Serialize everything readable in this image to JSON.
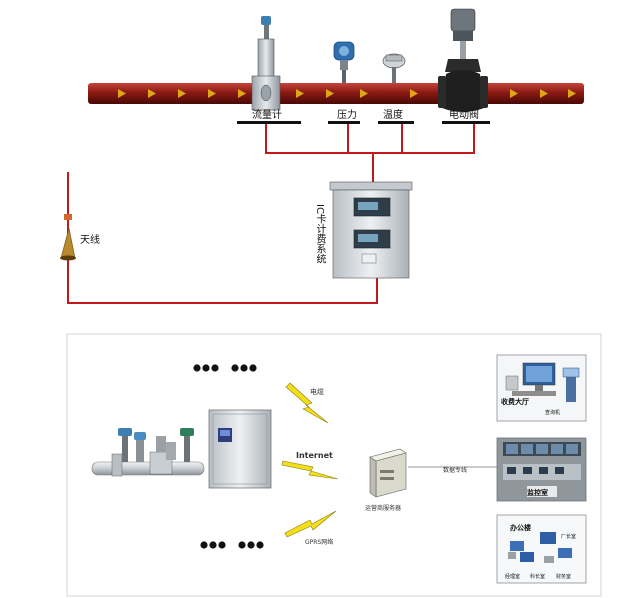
{
  "top": {
    "pipe_color": "#8b1a13",
    "wire_color": "#c0181b",
    "labels": {
      "flowmeter": "流量计",
      "pressure": "压力",
      "temperature": "温度",
      "valve": "电动阀",
      "ic_system": "IC卡计费系统",
      "antenna": "天线"
    }
  },
  "bottom": {
    "links": {
      "telecom": "电缆",
      "internet": "Internet",
      "gprs": "GPRS网络"
    },
    "server_label": "运营商服务器",
    "dedicated_line": "数据专线",
    "panels": {
      "billing_hall": "收费大厅",
      "query_machine": "查询机",
      "monitor_room": "监控室",
      "office_building": "办公楼",
      "director_room": "厂长室",
      "manager_room": "经理室",
      "section_room": "科长室",
      "finance_room": "财务室"
    }
  }
}
